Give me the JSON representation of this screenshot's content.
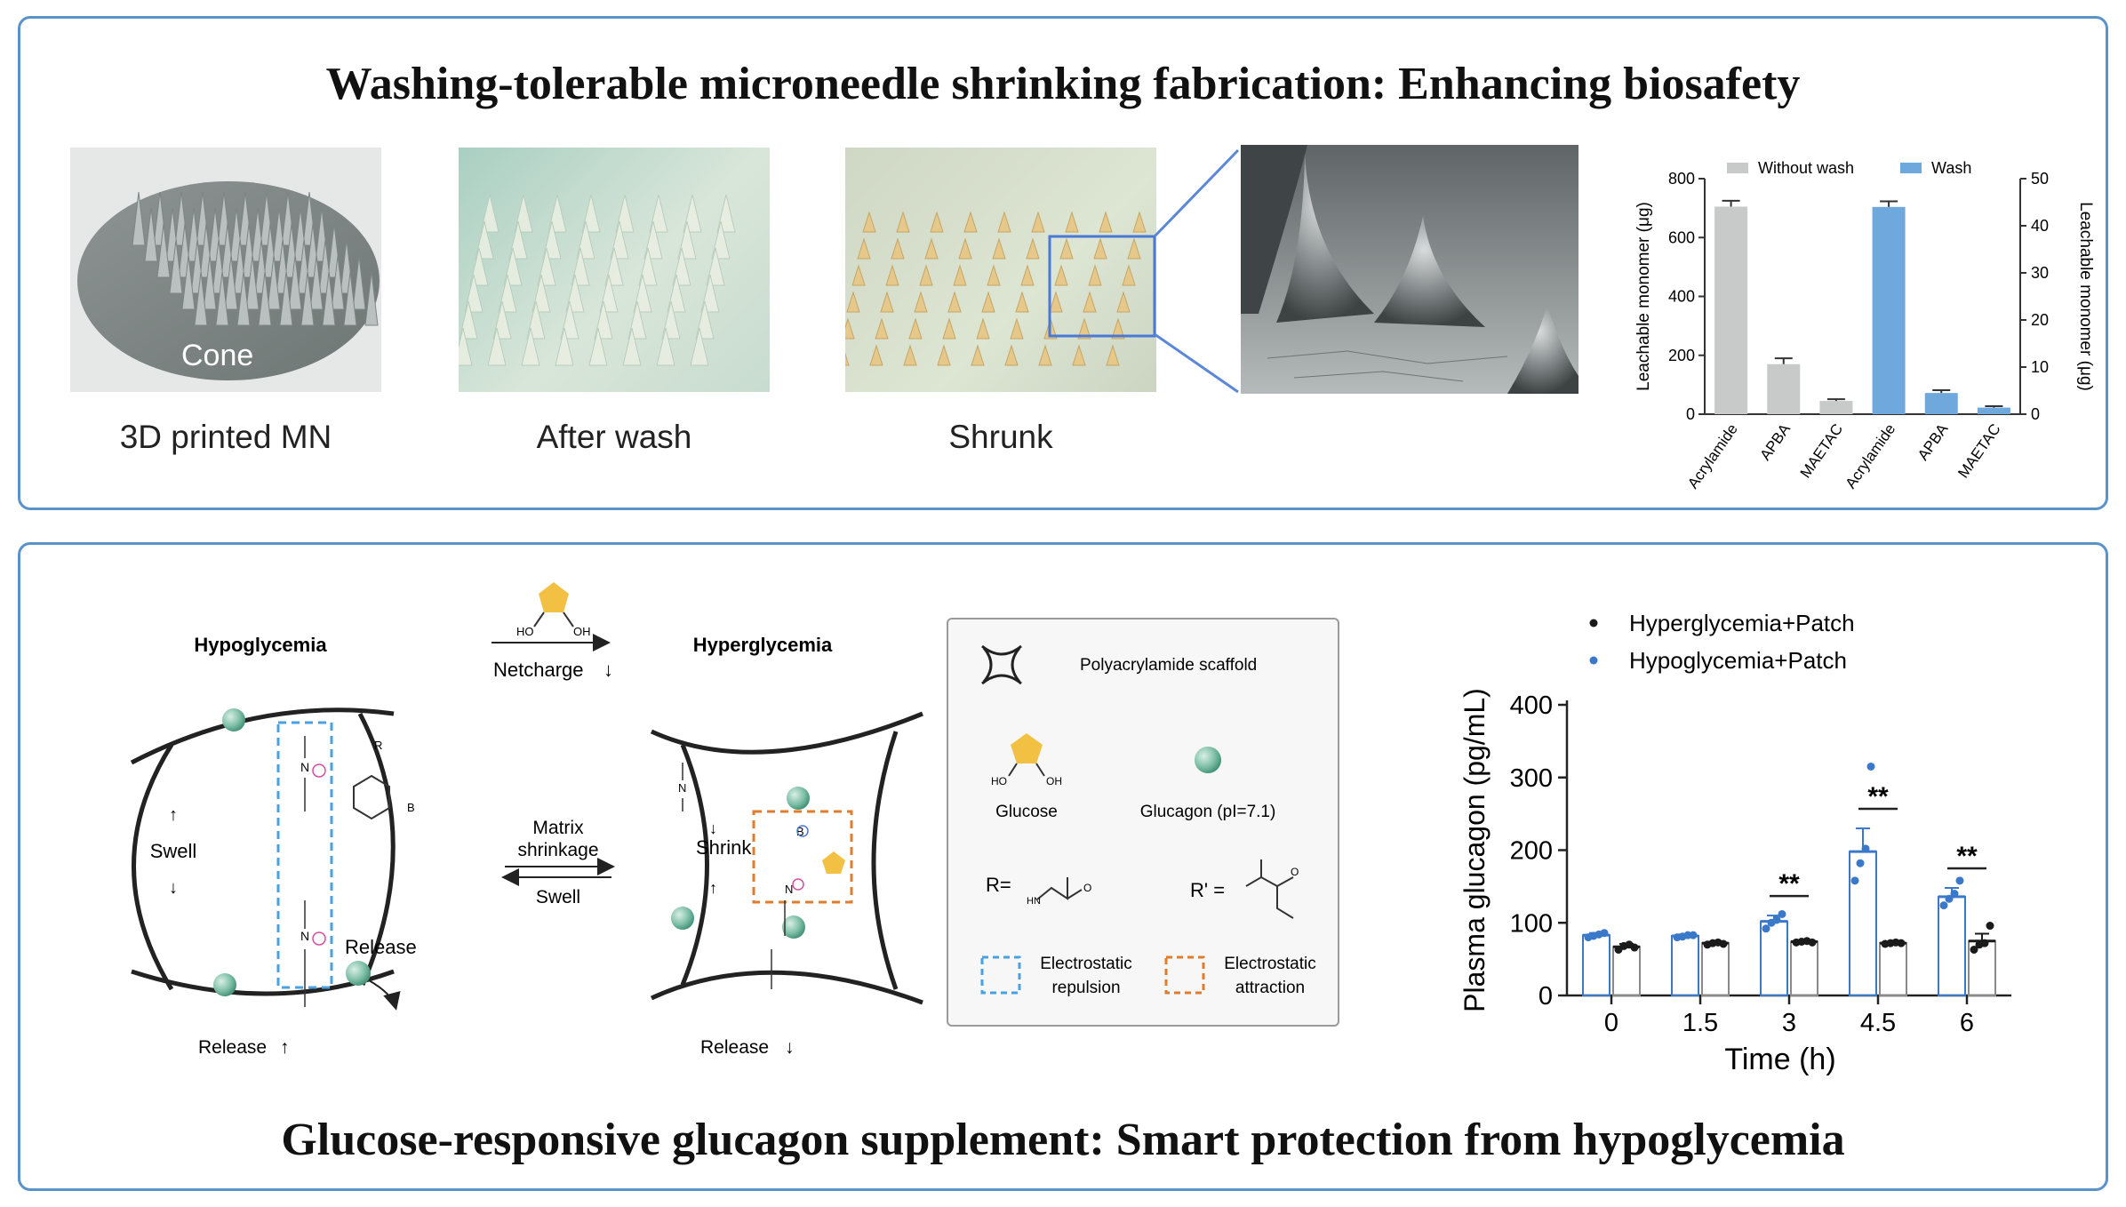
{
  "top": {
    "title": "Washing-tolerable microneedle shrinking fabrication: Enhancing biosafety",
    "images": [
      {
        "caption": "3D printed MN",
        "inset_label": "Cone"
      },
      {
        "caption": "After wash"
      },
      {
        "caption": "Shrunk"
      }
    ],
    "chart_data": {
      "type": "bar",
      "legend": [
        "Without wash",
        "Wash"
      ],
      "categories": [
        "Acrylamide",
        "APBA",
        "MAETAC",
        "Acrylamide",
        "APBA",
        "MAETAC"
      ],
      "series": [
        {
          "name": "Without wash",
          "axis": "left",
          "categories": [
            "Acrylamide",
            "APBA",
            "MAETAC"
          ],
          "values": [
            705,
            170,
            45
          ],
          "errors": [
            20,
            20,
            6
          ],
          "color": "#c8c9c9"
        },
        {
          "name": "Wash",
          "axis": "right",
          "categories": [
            "Acrylamide",
            "APBA",
            "MAETAC"
          ],
          "values": [
            44,
            4.5,
            1.4
          ],
          "errors": [
            1.2,
            0.6,
            0.3
          ],
          "color": "#6fa8dc"
        }
      ],
      "ylabel_left": "Leachable monomer (μg)",
      "ylabel_right": "Leachable monomer (μg)",
      "ylim_left": [
        0,
        800
      ],
      "yticks_left": [
        "0",
        "200",
        "400",
        "600",
        "800"
      ],
      "ylim_right": [
        0,
        50
      ],
      "yticks_right": [
        "0",
        "10",
        "20",
        "30",
        "40",
        "50"
      ]
    }
  },
  "bottom": {
    "title": "Glucose-responsive glucagon supplement: Smart protection from hypoglycemia",
    "diagram": {
      "hypo_label": "Hypoglycemia",
      "hyper_label": "Hyperglycemia",
      "netcharge": "Netcharge",
      "oh1": "HO",
      "oh2": "OH",
      "matrix": "Matrix",
      "shrinkage": "shrinkage",
      "swell_arrow": "Swell",
      "swell": "Swell",
      "shrink": "Shrink",
      "release_inner": "Release",
      "release_left": "Release",
      "release_right": "Release",
      "r_label": "R",
      "rprime_label": "R'",
      "n_label": "N",
      "b_label": "B"
    },
    "legend": {
      "scaffold": "Polyacrylamide scaffold",
      "glucose": "Glucose",
      "glucagon": "Glucagon (pI=7.1)",
      "r_eq": "R=",
      "rprime_eq": "R' =",
      "repulsion": [
        "Electrostatic",
        "repulsion"
      ],
      "attraction": [
        "Electrostatic",
        "attraction"
      ],
      "hn": "HN",
      "o": "O"
    },
    "chart_data": {
      "type": "bar",
      "x_categories": [
        "0",
        "1.5",
        "3",
        "4.5",
        "6"
      ],
      "xlabel": "Time (h)",
      "ylabel": "Plasma glucagon (pg/mL)",
      "ylim": [
        0,
        400
      ],
      "yticks": [
        "0",
        "100",
        "200",
        "300",
        "400"
      ],
      "series": [
        {
          "name": "Hyperglycemia+Patch",
          "color": "#1a1a1a",
          "values": [
            67,
            72,
            74,
            72,
            75
          ],
          "errors": [
            4,
            2,
            2,
            2,
            10
          ],
          "points": [
            [
              63,
              68,
              70,
              66
            ],
            [
              70,
              72,
              73,
              71
            ],
            [
              73,
              74,
              75,
              73
            ],
            [
              71,
              72,
              73,
              72
            ],
            [
              63,
              70,
              72,
              96
            ]
          ]
        },
        {
          "name": "Hypoglycemia+Patch",
          "color": "#3a78c9",
          "values": [
            83,
            82,
            102,
            198,
            136
          ],
          "errors": [
            3,
            2,
            8,
            32,
            12
          ],
          "points": [
            [
              80,
              82,
              84,
              86
            ],
            [
              80,
              81,
              83,
              83
            ],
            [
              92,
              100,
              104,
              112
            ],
            [
              158,
              182,
              202,
              315
            ],
            [
              124,
              133,
              140,
              158
            ]
          ]
        }
      ],
      "significance": [
        {
          "category": "3",
          "label": "**"
        },
        {
          "category": "4.5",
          "label": "**"
        },
        {
          "category": "6",
          "label": "**"
        }
      ]
    }
  }
}
